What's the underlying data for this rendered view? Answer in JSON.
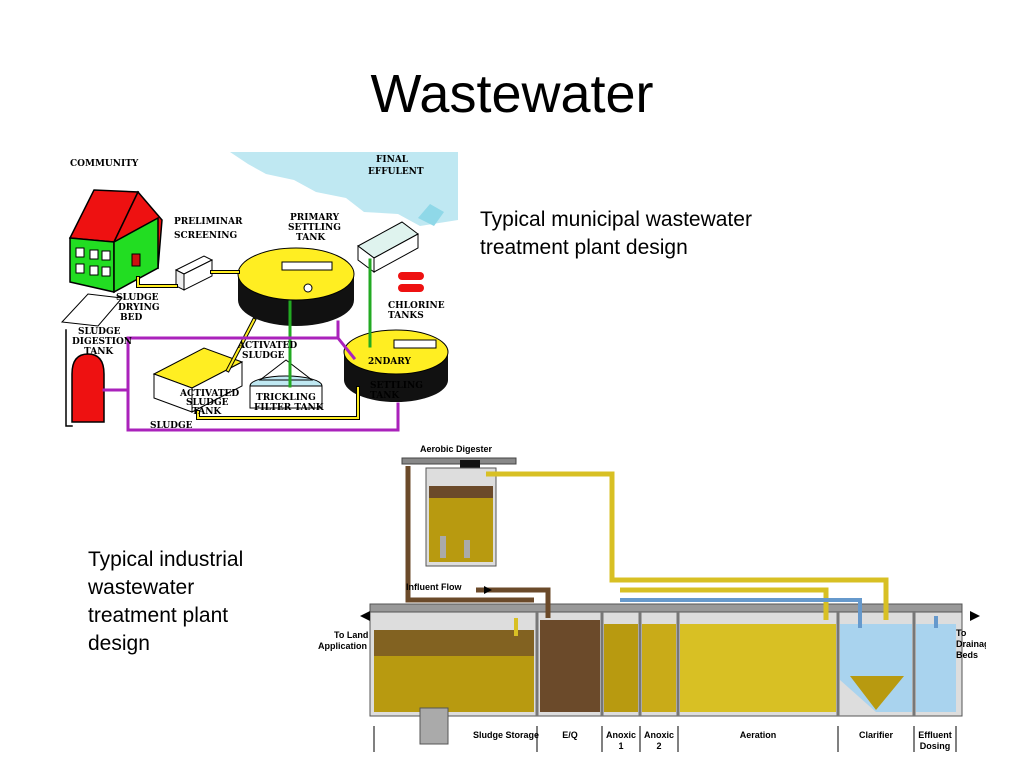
{
  "slide": {
    "title": "Wastewater"
  },
  "captions": {
    "municipal": "Typical municipal wastewater treatment plant design",
    "industrial": "Typical industrial wastewater treatment plant design"
  },
  "municipal_diagram": {
    "labels": {
      "community": "COMMUNITY",
      "final_effluent_1": "FINAL",
      "final_effluent_2": "EFFULENT",
      "preliminary_1": "PRELIMINAR",
      "preliminary_2": "SCREENING",
      "primary_1": "PRIMARY",
      "primary_2": "SETTLING",
      "primary_3": "TANK",
      "sludge_bed_1": "SLUDGE",
      "sludge_bed_2": "DRYING",
      "sludge_bed_3": "BED",
      "chlorine_1": "CHLORINE",
      "chlorine_2": "TANKS",
      "digestion_1": "SLUDGE",
      "digestion_2": "DIGESTION",
      "digestion_3": "TANK",
      "activated_1": "ACTIVATED",
      "activated_2": "SLUDGE",
      "secondary": "2NDARY",
      "settling_1": "SETTLING",
      "settling_2": "TANK",
      "as_tank_1": "ACTIVATED",
      "as_tank_2": "SLUDGE",
      "as_tank_3": "TANK",
      "trickling_1": "TRICKLING",
      "trickling_2": "FILTER TANK",
      "sludge": "SLUDGE"
    }
  },
  "industrial_diagram": {
    "labels": {
      "aerobic_digester": "Aerobic Digester",
      "influent_flow": "Influent Flow",
      "to_land_1": "To Land",
      "to_land_2": "Application",
      "to_drainage_1": "To",
      "to_drainage_2": "Drainage",
      "to_drainage_3": "Beds"
    },
    "compartments": {
      "sludge_storage": "Sludge Storage",
      "eq": "E/Q",
      "anoxic1_1": "Anoxic",
      "anoxic1_2": "1",
      "anoxic2_1": "Anoxic",
      "anoxic2_2": "2",
      "aeration": "Aeration",
      "clarifier": "Clarifier",
      "effluent_1": "Effluent",
      "effluent_2": "Dosing"
    }
  },
  "colors": {
    "community_wall": "#22dd22",
    "community_roof": "#ee1111",
    "settling_tank": "#ffee22",
    "water": "#bfe8f2",
    "sludge_pipe": "#aa22bb",
    "effluent_pipe": "#22aa22",
    "industrial_sludge": "#b89a10",
    "industrial_pipe_brown": "#6b4a2a",
    "industrial_pipe_yellow": "#d8c024",
    "clarifier_water": "#a9d3ee"
  }
}
